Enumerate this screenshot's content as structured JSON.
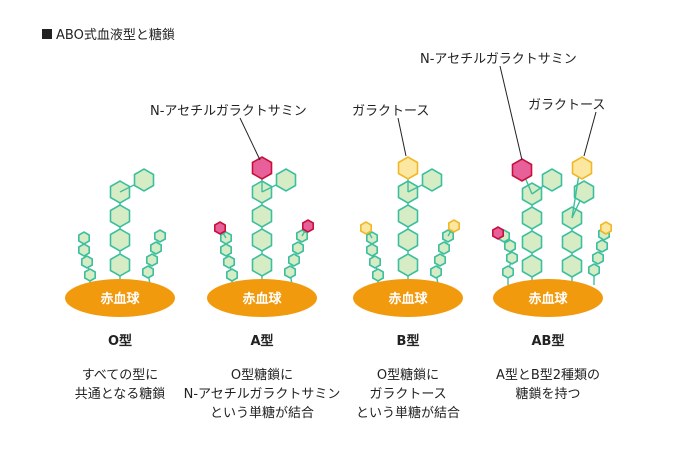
{
  "title": "ABO式血液型と糖鎖",
  "cell_label": "赤血球",
  "callouts": {
    "a_sugar": "N-アセチルガラクトサミン",
    "b_sugar": "ガラクトース",
    "ab_a_sugar": "N-アセチルガラクトサミン",
    "ab_b_sugar": "ガラクトース"
  },
  "types": [
    {
      "label": "O型",
      "desc": [
        "すべての型に",
        "共通となる糖鎖"
      ]
    },
    {
      "label": "A型",
      "desc": [
        "O型糖鎖に",
        "N-アセチルガラクトサミン",
        "という単糖が結合"
      ]
    },
    {
      "label": "B型",
      "desc": [
        "O型糖鎖に",
        "ガラクトース",
        "という単糖が結合"
      ]
    },
    {
      "label": "AB型",
      "desc": [
        "A型とB型2種類の",
        "糖鎖を持つ"
      ]
    }
  ],
  "colors": {
    "cell": "#f29a0e",
    "chain_fill": "#d6ecc4",
    "chain_stroke": "#3cbf9e",
    "a_fill": "#e8609a",
    "a_stroke": "#c8103c",
    "b_fill": "#fbe7a0",
    "b_stroke": "#f0b828"
  }
}
